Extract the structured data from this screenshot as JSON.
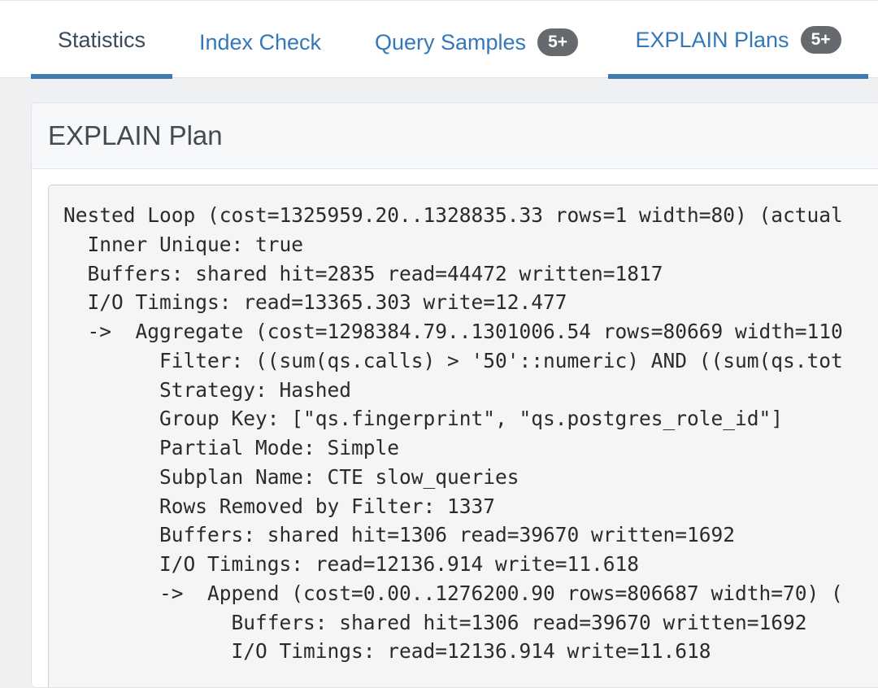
{
  "tabs": [
    {
      "label": "Statistics"
    },
    {
      "label": "Index Check"
    },
    {
      "label": "Query Samples",
      "badge": "5+"
    },
    {
      "label": "EXPLAIN Plans",
      "badge": "5+"
    }
  ],
  "panel": {
    "title": "EXPLAIN Plan"
  },
  "plan_lines": [
    "Nested Loop (cost=1325959.20..1328835.33 rows=1 width=80) (actual",
    "  Inner Unique: true",
    "  Buffers: shared hit=2835 read=44472 written=1817",
    "  I/O Timings: read=13365.303 write=12.477",
    "  ->  Aggregate (cost=1298384.79..1301006.54 rows=80669 width=110",
    "        Filter: ((sum(qs.calls) > '50'::numeric) AND ((sum(qs.tot",
    "        Strategy: Hashed",
    "        Group Key: [\"qs.fingerprint\", \"qs.postgres_role_id\"]",
    "        Partial Mode: Simple",
    "        Subplan Name: CTE slow_queries",
    "        Rows Removed by Filter: 1337",
    "        Buffers: shared hit=1306 read=39670 written=1692",
    "        I/O Timings: read=12136.914 write=11.618",
    "        ->  Append (cost=0.00..1276200.90 rows=806687 width=70) (",
    "              Buffers: shared hit=1306 read=39670 written=1692",
    "              I/O Timings: read=12136.914 write=11.618"
  ]
}
